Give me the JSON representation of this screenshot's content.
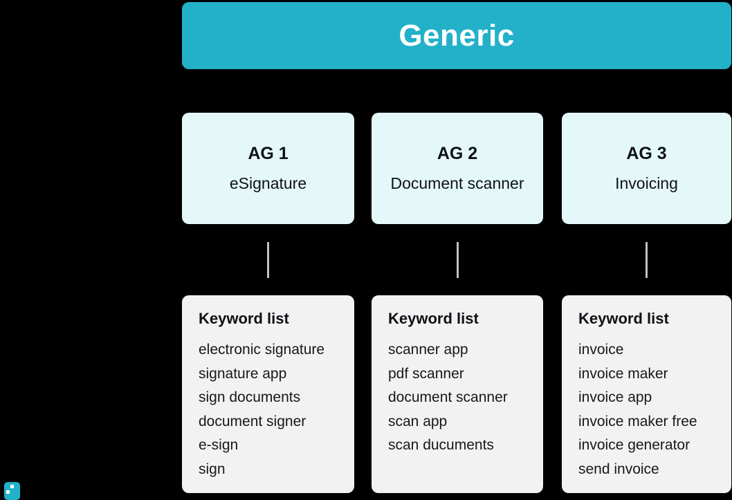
{
  "header": {
    "title": "Generic"
  },
  "colors": {
    "background": "#000000",
    "banner": "#22b1c9",
    "ag_card": "#e4f8f9",
    "keyword_card": "#f2f2f2",
    "connector": "#c2c2c2",
    "text_dark": "#0e1116",
    "text_white": "#ffffff",
    "logo": "#22b1c9"
  },
  "groups": [
    {
      "id": "AG 1",
      "name": "eSignature",
      "keyword_header": "Keyword list",
      "keywords": [
        "electronic signature",
        "signature app",
        "sign documents",
        "document signer",
        "e-sign",
        "sign"
      ]
    },
    {
      "id": "AG 2",
      "name": "Document scanner",
      "keyword_header": "Keyword list",
      "keywords": [
        "scanner app",
        "pdf scanner",
        "document scanner",
        "scan app",
        "scan ducuments"
      ]
    },
    {
      "id": "AG 3",
      "name": "Invoicing",
      "keyword_header": "Keyword list",
      "keywords": [
        "invoice",
        "invoice maker",
        "invoice app",
        "invoice maker free",
        "invoice generator",
        "send invoice"
      ]
    }
  ]
}
